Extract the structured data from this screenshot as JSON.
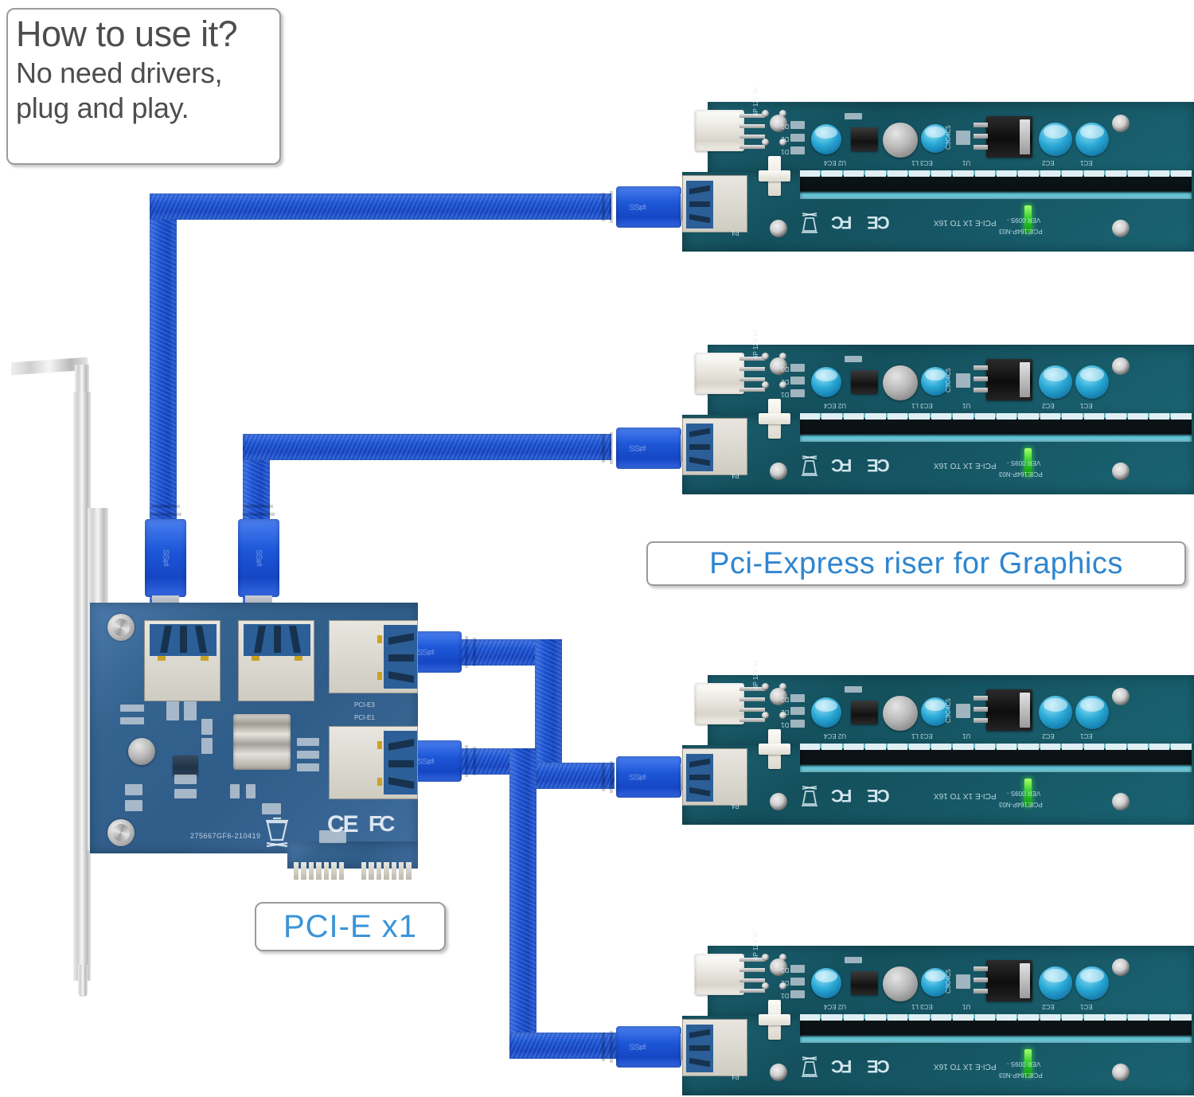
{
  "callouts": {
    "howto": {
      "title": "How to use it?",
      "line1": "No need drivers,",
      "line2": "plug and play."
    },
    "riser_label": "Pci-Express riser for Graphics",
    "pcie_label": "PCI-E x1"
  },
  "colors": {
    "cable_blue": "#1b54d6",
    "label_blue": "#3a94d8",
    "riser_label_blue": "#2f86cf",
    "callout_text_gray": "#4d4d4d",
    "callout_border_gray": "#9b9b9b",
    "riser_pcb_teal": "#175866",
    "main_pcb_blue": "#35638f",
    "bracket_silver": "#cfcfcf",
    "capacitor_blue": "#2aa9d6",
    "led_green": "#2ecc2e",
    "gold_finger": "#d9d5c6"
  },
  "main_card": {
    "name": "PCI-E x1 to 4 USB 3.0 adapter card",
    "silkscreen": "275667GF6-210419",
    "marks": [
      "CE",
      "FC"
    ],
    "port_labels": [
      "PCI-E3",
      "PCI-E1"
    ],
    "usb_ports_count": 4,
    "edge_connector": "PCI-E x1 gold fingers"
  },
  "riser_card": {
    "model": "PCIE164P-N03",
    "version": "VER 009S -",
    "spec": "PCI-E 1X TO 16X",
    "power_label": "4P 12V IN",
    "port_label": "P4",
    "marks": [
      "FC",
      "CE",
      "WEEE"
    ],
    "components": [
      {
        "ref": "U2 EC4"
      },
      {
        "ref": "EC3 L1"
      },
      {
        "ref": "C3C4C5"
      },
      {
        "ref": "U1"
      },
      {
        "ref": "EC2"
      },
      {
        "ref": "EC1"
      },
      {
        "ref": "D3"
      },
      {
        "ref": "D2"
      },
      {
        "ref": "D1"
      }
    ],
    "connectors": {
      "molex": "4-pin Molex power",
      "usb": "USB 3.0 type-A",
      "slot": "PCI-E x16 slot"
    }
  },
  "risers": [
    {
      "id": "riser-1",
      "index": 1
    },
    {
      "id": "riser-2",
      "index": 2
    },
    {
      "id": "riser-3",
      "index": 3
    },
    {
      "id": "riser-4",
      "index": 4
    }
  ],
  "cables": [
    {
      "id": "cable-1",
      "from": "main-usb-port-1",
      "to": "riser-1"
    },
    {
      "id": "cable-2",
      "from": "main-usb-port-2",
      "to": "riser-2"
    },
    {
      "id": "cable-3",
      "from": "main-usb-port-3",
      "to": "riser-3"
    },
    {
      "id": "cable-4",
      "from": "main-usb-port-4",
      "to": "riser-4"
    }
  ]
}
